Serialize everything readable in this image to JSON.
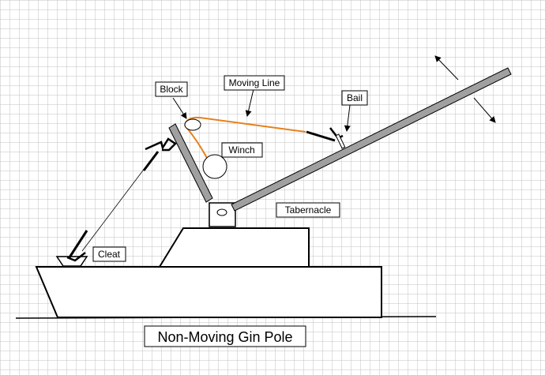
{
  "diagram": {
    "title": "Non-Moving Gin Pole",
    "labels": {
      "block": "Block",
      "moving_line": "Moving Line",
      "bail": "Bail",
      "winch": "Winch",
      "tabernacle": "Tabernacle",
      "cleat": "Cleat"
    },
    "colors": {
      "grid": "#c0c0c0",
      "pole_fill": "#a0a0a0",
      "line": "#e8801a",
      "ink": "#000000"
    }
  }
}
